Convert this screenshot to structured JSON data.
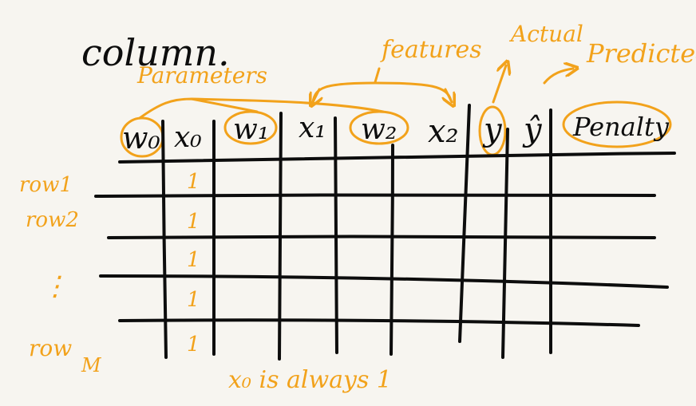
{
  "heading": "column.",
  "annotations": {
    "features": "features",
    "actual": "Actual",
    "predicted": "Predicted",
    "parameters": "Parameters",
    "x0_note": "x₀ is always 1"
  },
  "columns": {
    "w0": "w₀",
    "x0": "x₀",
    "w1": "w₁",
    "x1": "x₁",
    "w2": "w₂",
    "x2": "x₂",
    "y": "y",
    "yhat": "ŷ",
    "penalty": "Penalty"
  },
  "rows": {
    "row1": "row1",
    "row2": "row2",
    "ellipsis": "⋮",
    "rowM": "row",
    "rowM_sub": "M"
  },
  "x0_values": [
    "1",
    "1",
    "1",
    "1",
    "1"
  ],
  "colors": {
    "ink": "#0d0d0d",
    "highlight": "#f2a21b",
    "paper": "#f7f5f0"
  }
}
